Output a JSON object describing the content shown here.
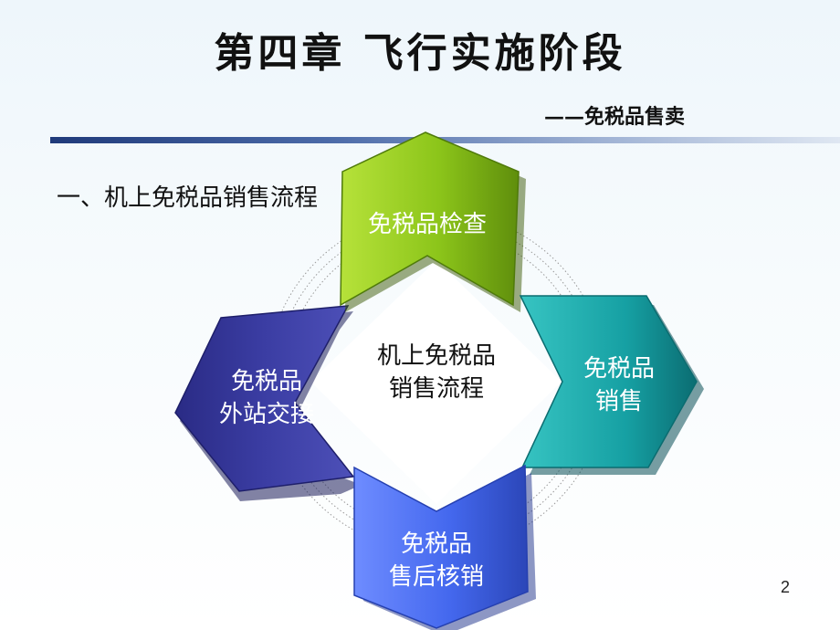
{
  "slide": {
    "title": "第四章  飞行实施阶段",
    "subtitle": "——免税品售卖",
    "section": "一、机上免税品销售流程",
    "page_number": "2"
  },
  "diagram": {
    "center": {
      "line1": "机上免税品",
      "line2": "销售流程"
    },
    "steps": [
      {
        "line1": "免税品检查",
        "line2": "",
        "color": "#98cc1c"
      },
      {
        "line1": "免税品",
        "line2": "销售",
        "color": "#1aa5a6"
      },
      {
        "line1": "免税品",
        "line2": "售后核销",
        "color": "#4a6ef0"
      },
      {
        "line1": "免税品",
        "line2": "外站交接",
        "color": "#3a3b9e"
      }
    ]
  }
}
